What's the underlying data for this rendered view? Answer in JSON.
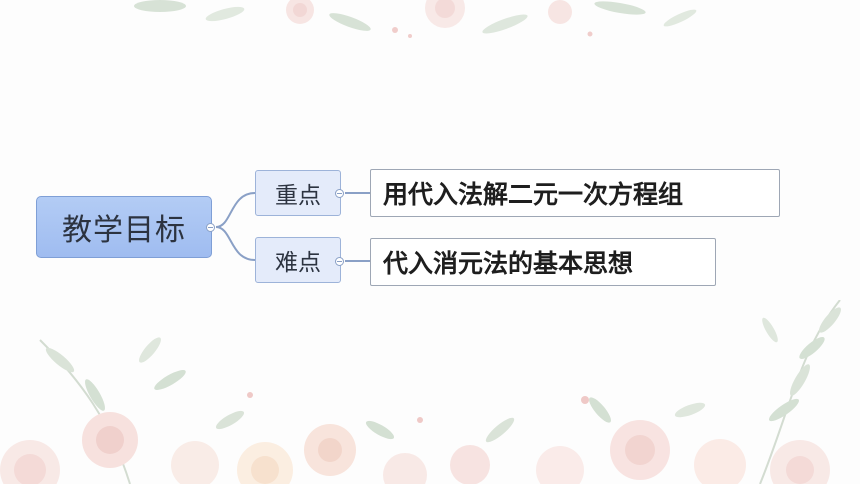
{
  "mindmap": {
    "root": {
      "label": "教学目标"
    },
    "branches": [
      {
        "label": "重点",
        "detail": "用代入法解二元一次方程组"
      },
      {
        "label": "难点",
        "detail": "代入消元法的基本思想"
      }
    ]
  },
  "colors": {
    "root_fill": "#a9c4f2",
    "branch_fill": "#e4ebfa",
    "connector": "#8aa0c6"
  }
}
